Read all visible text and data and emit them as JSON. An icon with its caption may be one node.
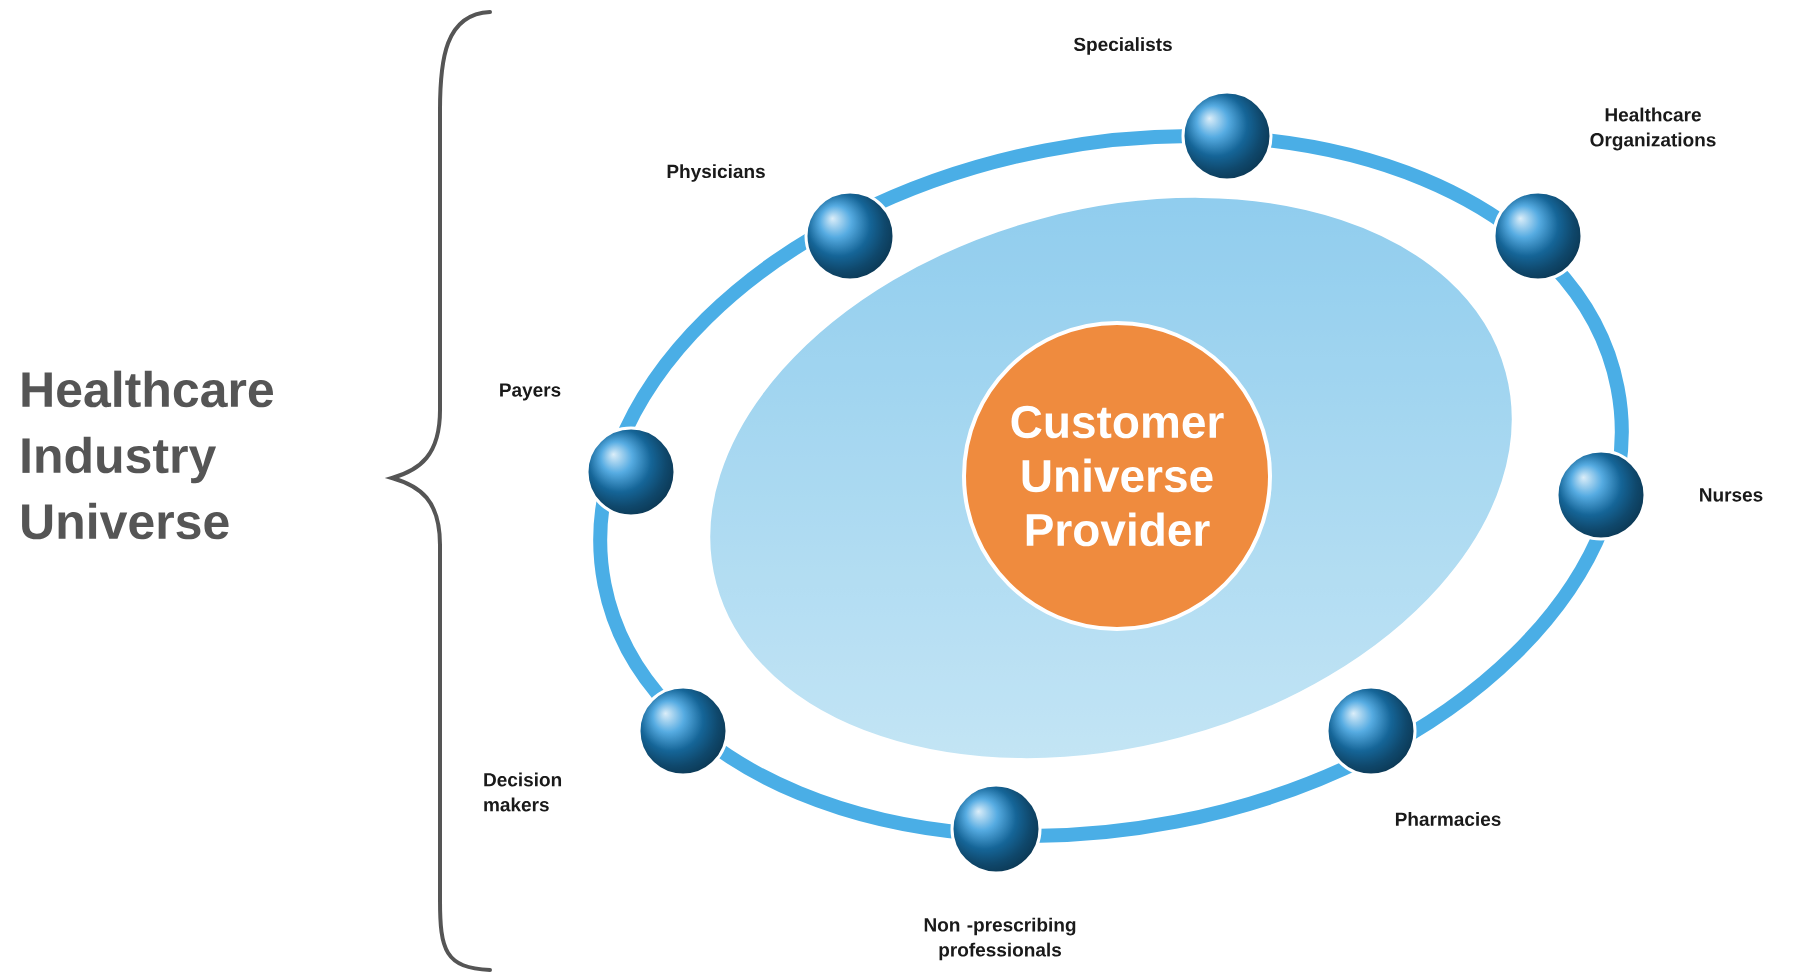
{
  "diagram": {
    "nodes": [
      {
        "text": [
          "Specialists"
        ]
      },
      {
        "text": [
          "Healthcare Organizations"
        ]
      },
      {
        "text": [
          "Physicians"
        ]
      },
      {
        "text": [
          "Payers"
        ]
      },
      {
        "text": [
          "Customer Universe Provider"
        ]
      },
      {
        "text": [
          "Nurses"
        ]
      },
      {
        "text": [
          "Decision makers"
        ]
      },
      {
        "text": [
          "Pharmacies"
        ]
      },
      {
        "text": [
          "Non -prescribing professionals"
        ]
      }
    ],
    "labels": [
      "Healthcare Industry Universe"
    ]
  }
}
